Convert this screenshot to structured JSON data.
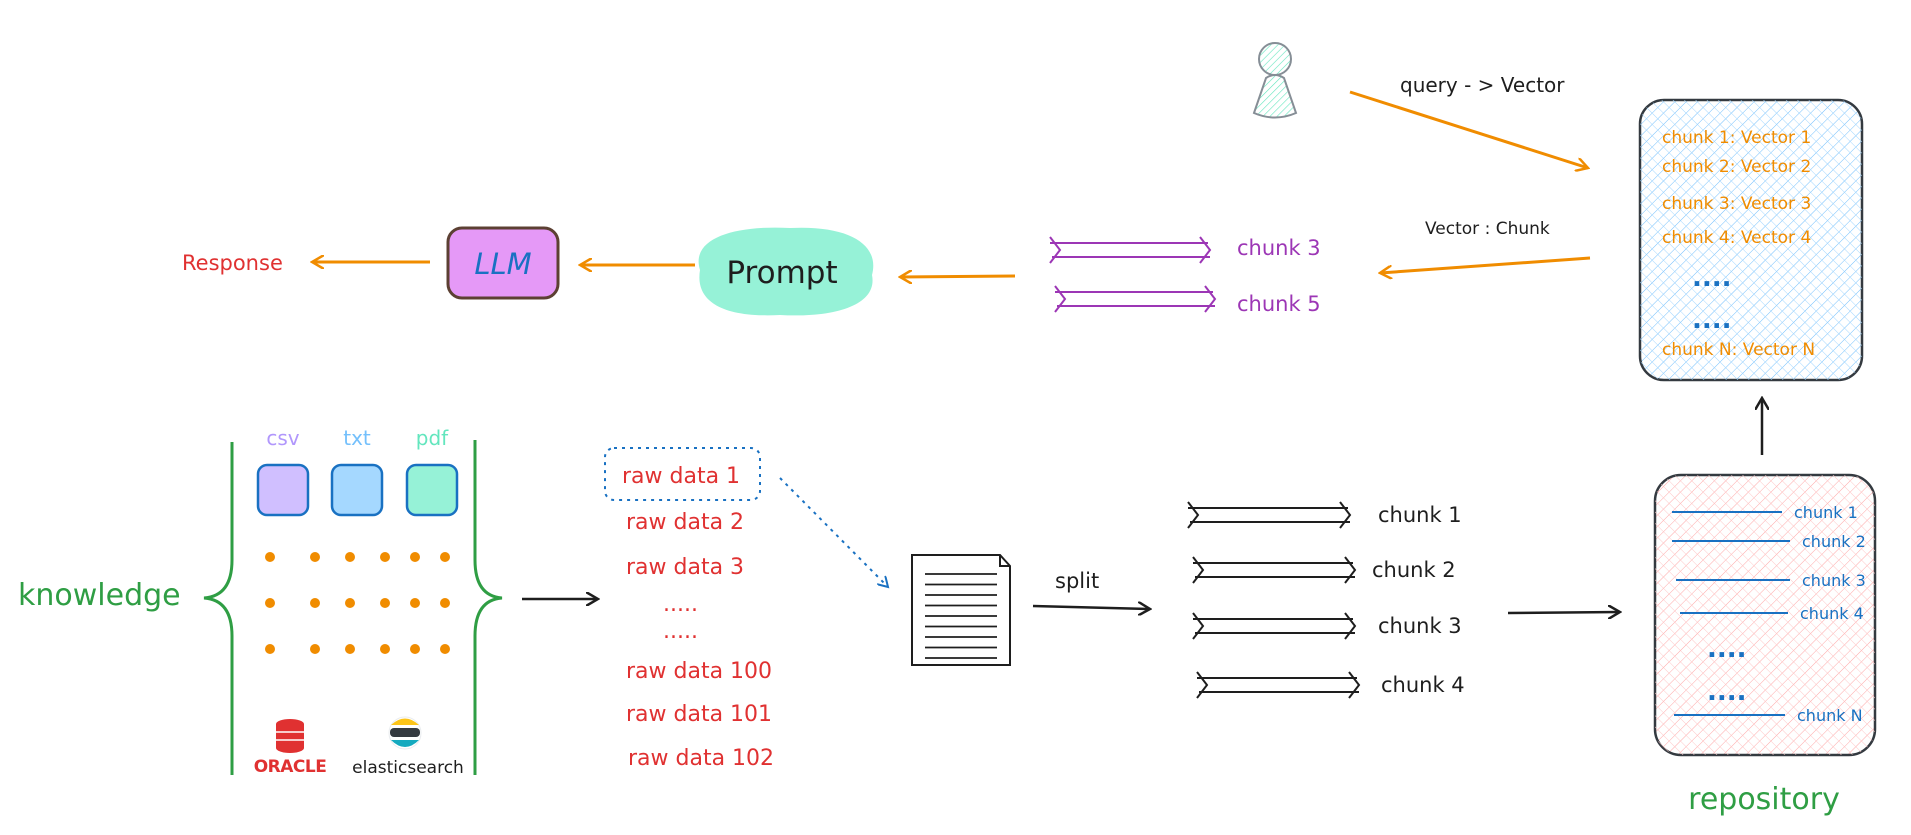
{
  "user": {
    "query_label": "query - > Vector"
  },
  "vector_db": {
    "rows": [
      "chunk 1: Vector 1",
      "chunk 2: Vector 2",
      "chunk 3: Vector 3",
      "chunk 4: Vector 4",
      "....",
      "....",
      "chunk N: Vector N"
    ]
  },
  "retrieval": {
    "label": "Vector : Chunk",
    "chunks": [
      "chunk 3",
      "chunk 5"
    ]
  },
  "prompt": {
    "label": "Prompt"
  },
  "llm": {
    "label": "LLM"
  },
  "response": {
    "label": "Response"
  },
  "knowledge": {
    "label": "knowledge",
    "formats": [
      "csv",
      "txt",
      "pdf"
    ],
    "sources": [
      "ORACLE",
      "elasticsearch"
    ]
  },
  "raw_data": {
    "items": [
      "raw data 1",
      "raw data 2",
      "raw data 3",
      ".....",
      ".....",
      "raw data 100",
      "raw data 101",
      "raw data 102"
    ]
  },
  "split": {
    "label": "split"
  },
  "split_chunks": [
    "chunk 1",
    "chunk 2",
    "chunk 3",
    "chunk 4"
  ],
  "repository": {
    "label": "repository",
    "rows": [
      "chunk 1",
      "chunk 2",
      "chunk 3",
      "chunk 4",
      "....",
      "....",
      "chunk N"
    ]
  },
  "colors": {
    "orange": "#f08c00",
    "purple": "#9c36b5",
    "red": "#e03131",
    "green": "#2f9e44",
    "blue": "#1971c2",
    "black": "#1e1e1e"
  }
}
